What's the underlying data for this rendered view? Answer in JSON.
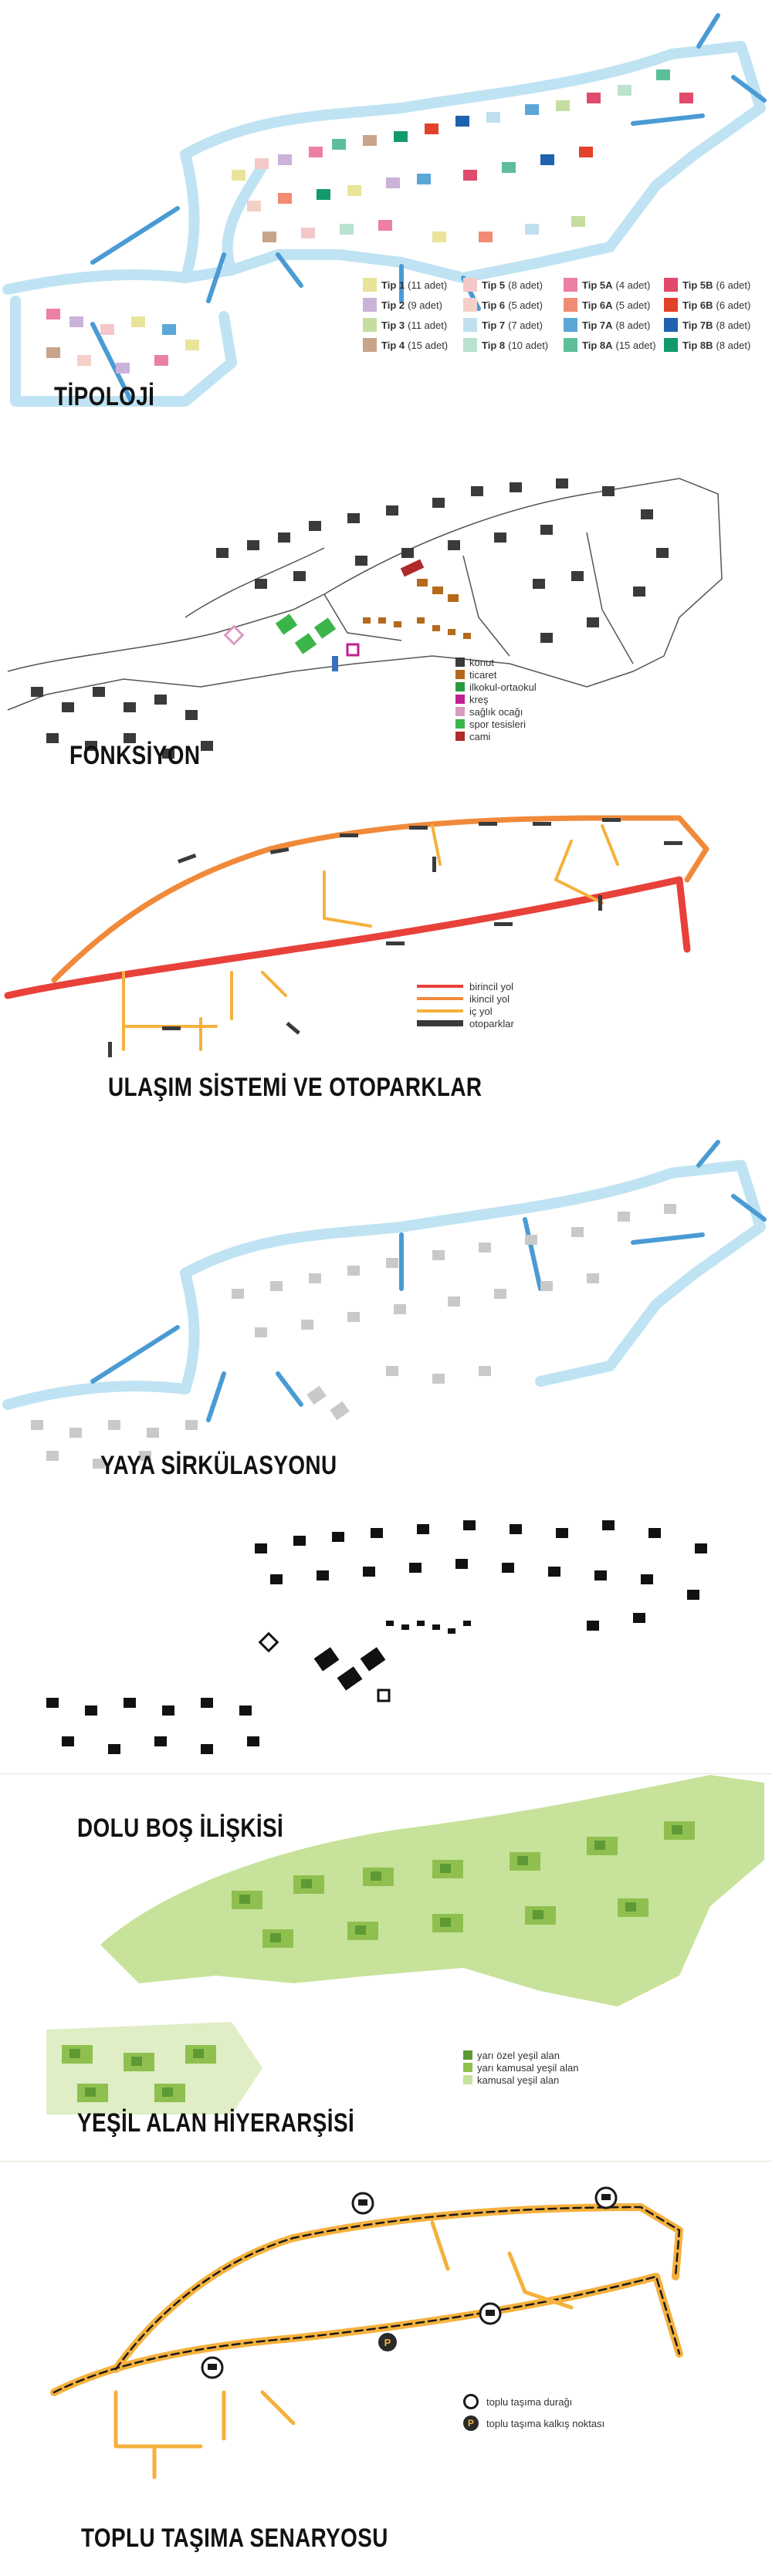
{
  "sections": {
    "tipoloji": {
      "title": "TİPOLOJİ",
      "legend": [
        {
          "label": "Tip 1",
          "count": "(11 adet)",
          "color": "#e9e49a"
        },
        {
          "label": "Tip 5",
          "count": "(8 adet)",
          "color": "#f5c7c9"
        },
        {
          "label": "Tip 5A",
          "count": "(4 adet)",
          "color": "#ec7fa6"
        },
        {
          "label": "Tip 5B",
          "count": "(6 adet)",
          "color": "#e04a6c"
        },
        {
          "label": "Tip 2",
          "count": "(9 adet)",
          "color": "#cbb2d8"
        },
        {
          "label": "Tip 6",
          "count": "(5 adet)",
          "color": "#f4d0c8"
        },
        {
          "label": "Tip 6A",
          "count": "(5 adet)",
          "color": "#f28b74"
        },
        {
          "label": "Tip 6B",
          "count": "(6 adet)",
          "color": "#e2412a"
        },
        {
          "label": "Tip 3",
          "count": "(11 adet)",
          "color": "#c5dea0"
        },
        {
          "label": "Tip 7",
          "count": "(7 adet)",
          "color": "#bfe0ef"
        },
        {
          "label": "Tip 7A",
          "count": "(8 adet)",
          "color": "#5aa7d8"
        },
        {
          "label": "Tip 7B",
          "count": "(8 adet)",
          "color": "#1f62ad"
        },
        {
          "label": "Tip 4",
          "count": "(15 adet)",
          "color": "#c8a58a"
        },
        {
          "label": "Tip 8",
          "count": "(10 adet)",
          "color": "#b9e2cf"
        },
        {
          "label": "Tip 8A",
          "count": "(15 adet)",
          "color": "#5cbf9a"
        },
        {
          "label": "Tip 8B",
          "count": "(8 adet)",
          "color": "#139a6b"
        }
      ]
    },
    "fonksiyon": {
      "title": "FONKSİYON",
      "legend": [
        {
          "label": "konut",
          "color": "#3a3a3a"
        },
        {
          "label": "ticaret",
          "color": "#b46a1a"
        },
        {
          "label": "ilkokul-ortaokul",
          "color": "#2a9a3e"
        },
        {
          "label": "kreş",
          "color": "#c0218f"
        },
        {
          "label": "sağlık ocağı",
          "color": "#d99ac2"
        },
        {
          "label": "spor tesisleri",
          "color": "#3bb54a"
        },
        {
          "label": "cami",
          "color": "#b02a2a"
        }
      ]
    },
    "ulasim": {
      "title": "ULAŞIM SİSTEMİ VE OTOPARKLAR",
      "legend": [
        {
          "label": "birincil yol",
          "color": "#e8413a"
        },
        {
          "label": "ikincil yol",
          "color": "#f08a3a"
        },
        {
          "label": "iç yol",
          "color": "#f5b13d"
        },
        {
          "label": "otoparklar",
          "color": "#3a3a3a"
        }
      ]
    },
    "yaya": {
      "title": "YAYA SİRKÜLASYONU"
    },
    "dolubos": {
      "title": "DOLU BOŞ İLİŞKİSİ"
    },
    "yesil": {
      "title": "YEŞİL ALAN HİYERARŞİSİ",
      "legend": [
        {
          "label": "yarı özel yeşil alan",
          "color": "#5d9a35"
        },
        {
          "label": "yarı kamusal yeşil alan",
          "color": "#8fc04f"
        },
        {
          "label": "kamusal yeşil alan",
          "color": "#c7e29a"
        }
      ]
    },
    "toplu": {
      "title": "TOPLU TAŞIMA SENARYOSU",
      "legend": [
        {
          "label": "toplu taşıma durağı",
          "color": "#1a1a1a"
        },
        {
          "label": "toplu taşıma kalkış noktası",
          "color": "#2a2a2a",
          "symbol": "P"
        }
      ]
    }
  }
}
